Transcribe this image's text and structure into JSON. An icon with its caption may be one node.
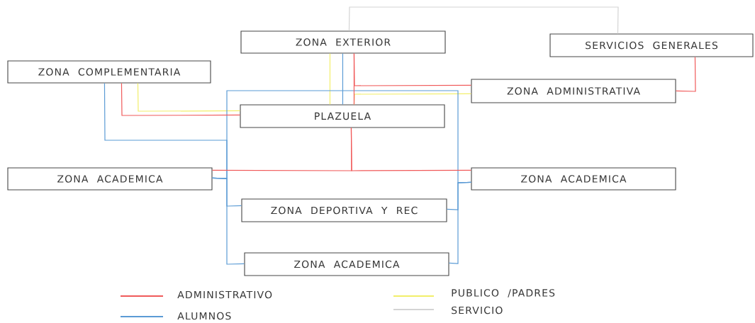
{
  "diagram": {
    "nodes": [
      {
        "text": [
          "ZONA EXTERIOR"
        ]
      },
      {
        "text": [
          "SERVICIOS GENERALES"
        ]
      },
      {
        "text": [
          "ZONA COMPLEMENTARIA"
        ]
      },
      {
        "text": [
          "ZONA ADMINISTRATIVA"
        ]
      },
      {
        "text": [
          "PLAZUELA"
        ]
      },
      {
        "text": [
          "ZONA ACADEMICA"
        ]
      },
      {
        "text": [
          "ZONA ACADEMICA"
        ]
      },
      {
        "text": [
          "ZONA DEPORTIVA Y REC"
        ]
      },
      {
        "text": [
          "ZONA ACADEMICA"
        ]
      }
    ],
    "edges": [
      {
        "from": 0,
        "to": 1,
        "arrow": "none",
        "color": "#d4d4d4"
      },
      {
        "from": 2,
        "to": 4,
        "arrow": "none",
        "color": "#f05a5a"
      },
      {
        "from": 2,
        "to": 4,
        "arrow": "none",
        "color": "#f2ee6a"
      },
      {
        "from": 2,
        "to": 5,
        "arrow": "none",
        "color": "#5b9bd5"
      },
      {
        "from": 0,
        "to": 4,
        "arrow": "none",
        "color": "#f2ee6a"
      },
      {
        "from": 0,
        "to": 4,
        "arrow": "none",
        "color": "#5b9bd5"
      },
      {
        "from": 0,
        "to": 4,
        "arrow": "none",
        "color": "#f05a5a"
      },
      {
        "from": 0,
        "to": 3,
        "arrow": "none",
        "color": "#f05a5a"
      },
      {
        "from": 3,
        "to": 4,
        "arrow": "none",
        "color": "#f2ee6a"
      },
      {
        "from": 1,
        "to": 3,
        "arrow": "none",
        "color": "#f05a5a"
      },
      {
        "from": 4,
        "to": 5,
        "arrow": "none",
        "color": "#f05a5a"
      },
      {
        "from": 4,
        "to": 6,
        "arrow": "none",
        "color": "#f05a5a"
      },
      {
        "from": 5,
        "to": 7,
        "arrow": "none",
        "color": "#5b9bd5"
      },
      {
        "from": 5,
        "to": 8,
        "arrow": "none",
        "color": "#5b9bd5"
      },
      {
        "from": 5,
        "to": 6,
        "arrow": "none",
        "color": "#5b9bd5"
      },
      {
        "from": 7,
        "to": 6,
        "arrow": "none",
        "color": "#5b9bd5"
      },
      {
        "from": 8,
        "to": 6,
        "arrow": "none",
        "color": "#5b9bd5"
      }
    ],
    "legend": [
      {
        "text": "ADMINISTRATIVO",
        "color": "#f05a5a"
      },
      {
        "text": "ALUMNOS",
        "color": "#5b9bd5"
      },
      {
        "text": "PUBLICO /PADRES",
        "color": "#f2ee6a"
      },
      {
        "text": "SERVICIO",
        "color": "#d4d4d4"
      }
    ]
  }
}
